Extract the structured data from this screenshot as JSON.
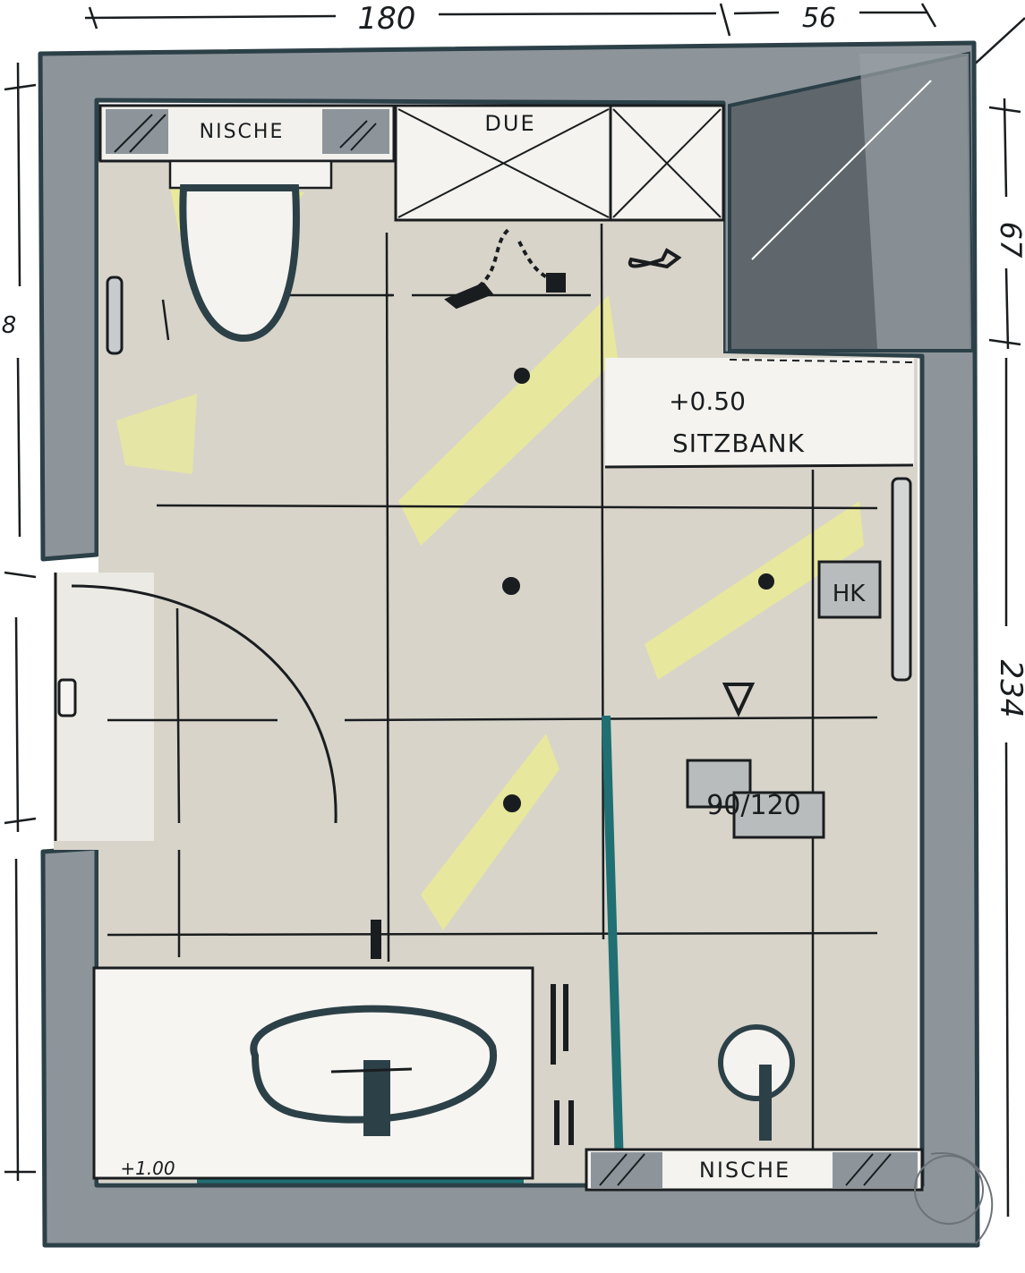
{
  "dimensions": {
    "top_width_main": "180",
    "top_width_right": "56",
    "right_upper": "67",
    "right_total": "234",
    "left_mid_mark": "8"
  },
  "labels": {
    "niche_top": "NISCHE",
    "shower_top": "DUE",
    "bench_height": "+0.50",
    "bench": "SITZBANK",
    "towel_radiator": "HK",
    "shower_tray": "90/120",
    "niche_bottom": "NISCHE",
    "vanity_height": "+1.00"
  },
  "colors": {
    "wall_fill": "#8d959a",
    "wall_outline": "#2c4047",
    "floor_tile": "#d8d4ca",
    "light_accent": "#eef08c",
    "glass_teal": "#1f6f73",
    "ink": "#1a1d1f"
  }
}
